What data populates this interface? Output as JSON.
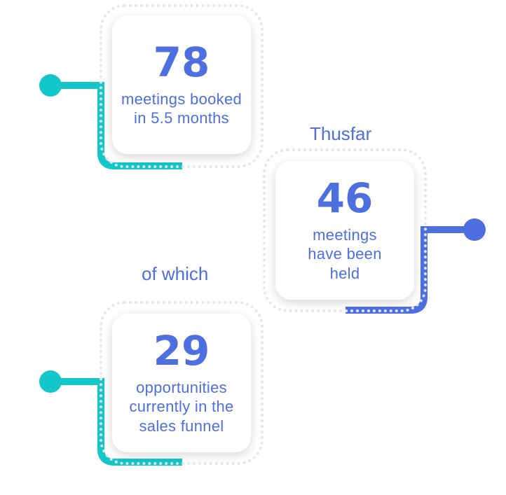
{
  "colors": {
    "teal": "#13c6c9",
    "blue": "#4d6fe0",
    "text": "#4d6fe0",
    "dots": "#e6e6e6"
  },
  "cards": [
    {
      "number": "78",
      "description": "meetings booked in 5.5 months"
    },
    {
      "number": "46",
      "description": "meetings have been held"
    },
    {
      "number": "29",
      "description": "opportunities currently in the sales funnel"
    }
  ],
  "captions": {
    "thusfar": "Thusfar",
    "of_which": "of which"
  }
}
